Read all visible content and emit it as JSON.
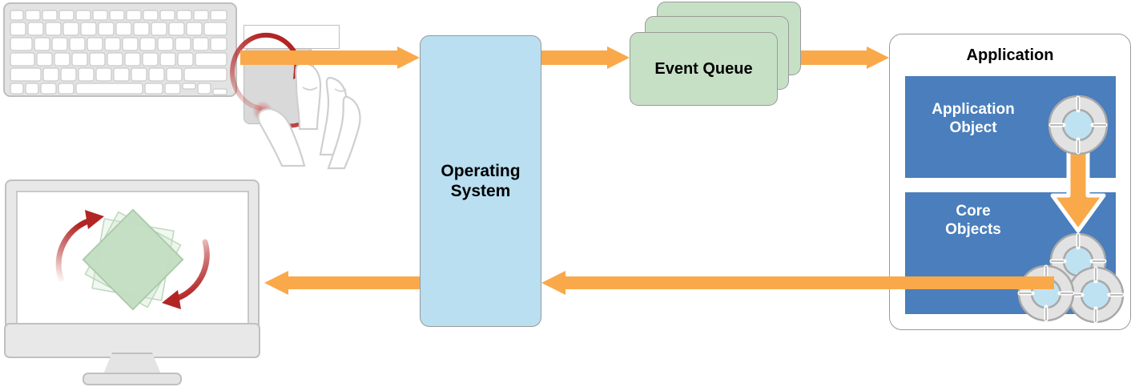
{
  "diagram": {
    "title": "Event delivery pipeline from input device to application and back to display",
    "nodes": {
      "keyboard": {
        "name": "Keyboard",
        "icon": "keyboard-icon"
      },
      "trackpad": {
        "name": "Trackpad rotate gesture",
        "icon": "trackpad-rotate-gesture-icon"
      },
      "os": {
        "label": "Operating\nSystem"
      },
      "event_queue": {
        "label": "Event Queue",
        "card_count": 3
      },
      "application": {
        "title": "Application",
        "bands": [
          {
            "label": "Application\nObject",
            "icon": "object-icon",
            "icon_count": 1
          },
          {
            "label": "Core\nObjects",
            "icon": "object-icon",
            "icon_count": 3
          }
        ]
      },
      "display": {
        "name": "Display monitor",
        "icon": "monitor-icon",
        "content_icon": "rotating-square-icon"
      }
    },
    "arrows": [
      {
        "name": "trackpad-to-os",
        "direction": "right"
      },
      {
        "name": "os-to-event-queue",
        "direction": "right"
      },
      {
        "name": "event-queue-to-application",
        "direction": "right"
      },
      {
        "name": "application-object-to-core-objects",
        "direction": "down"
      },
      {
        "name": "application-to-os",
        "direction": "left"
      },
      {
        "name": "os-to-display",
        "direction": "left"
      }
    ],
    "colors": {
      "arrow_orange": "#f9a94a",
      "os_blue": "#b9dff1",
      "queue_green": "#c6e0c6",
      "band_blue": "#4a7ebc",
      "object_fill": "#e0e0e0",
      "object_core": "#bfe2f2",
      "gesture_red": "#b32424",
      "device_gray": "#e3e3e3",
      "outline_gray": "#9a9a9a"
    }
  }
}
